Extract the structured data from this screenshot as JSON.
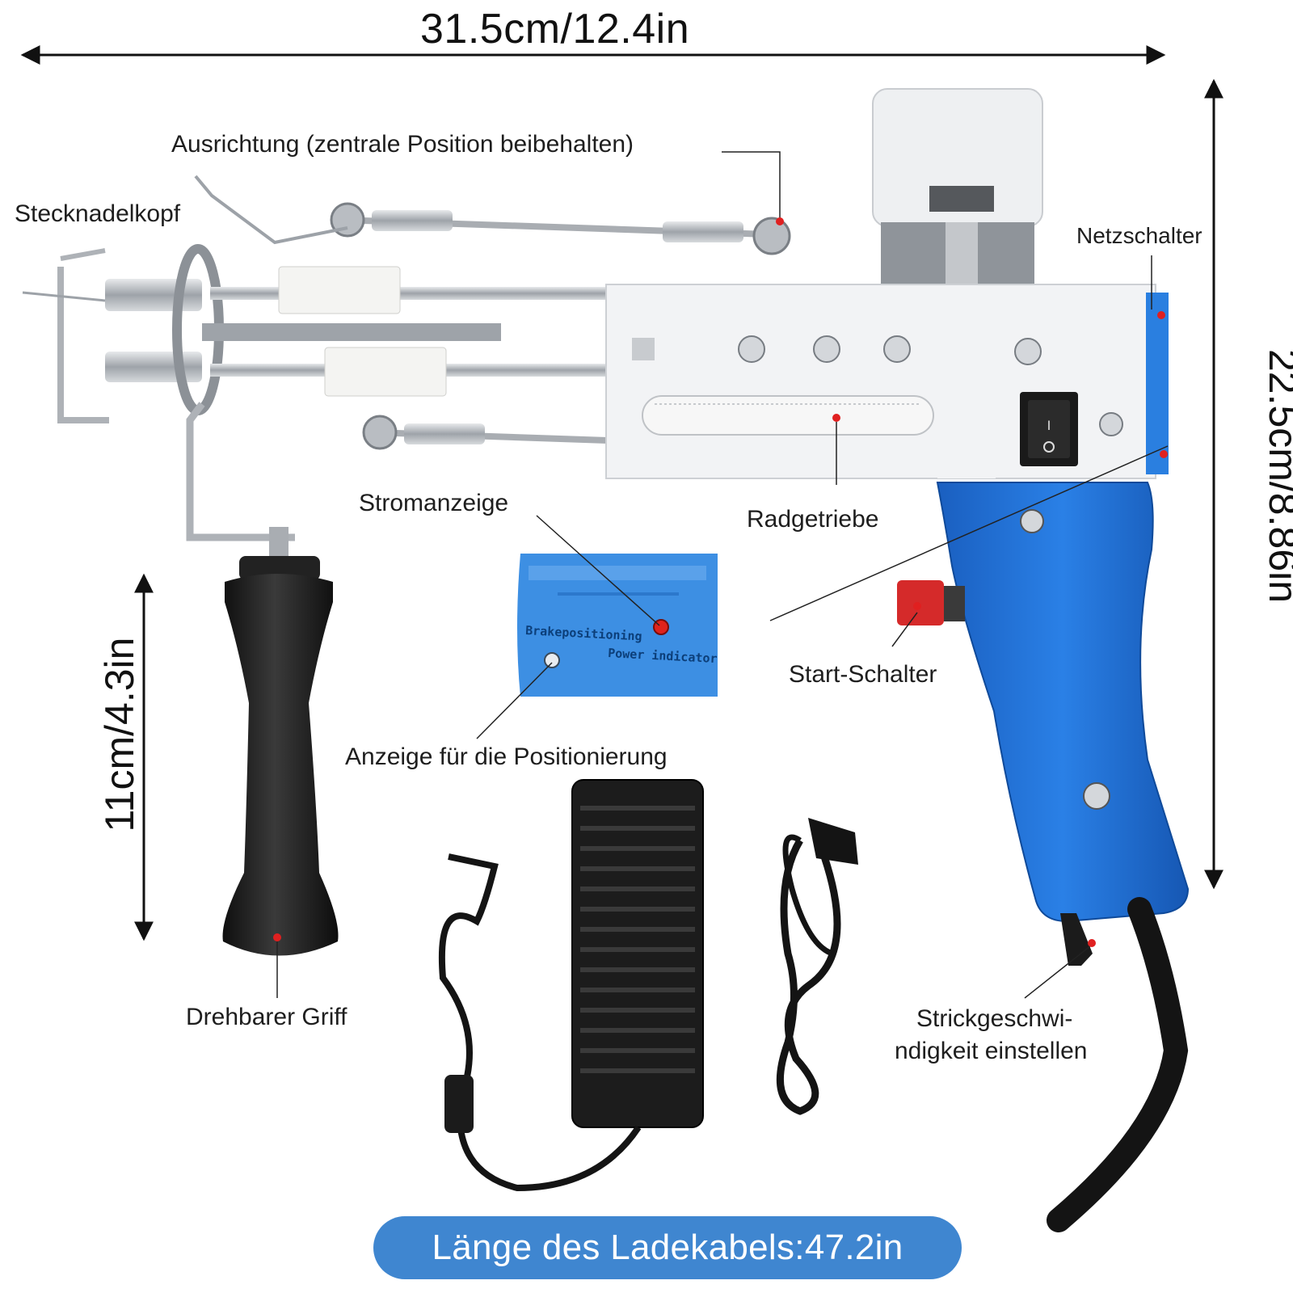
{
  "dimensions": {
    "width_label": "31.5cm/12.4in",
    "height_label": "22.5cm/8.86in",
    "grip_label": "11cm/4.3in"
  },
  "callouts": {
    "alignment": "Ausrichtung (zentrale Position beibehalten)",
    "needle_head": "Stecknadelkopf",
    "power_switch": "Netzschalter",
    "power_indicator": "Stromanzeige",
    "wheel_gear": "Radgetriebe",
    "start_switch": "Start-Schalter",
    "position_indicator": "Anzeige für die Positionierung",
    "rotating_grip": "Drehbarer Griff",
    "speed_line1": "Strickgeschwi-",
    "speed_line2": "ndigkeit einstellen"
  },
  "inset": {
    "brake_label": "Brakepositioning",
    "power_label": "Power indicator"
  },
  "banner": {
    "text": "Länge des Ladekabels:47.2in"
  },
  "colors": {
    "body_blue": "#1f6fd1",
    "banner_blue": "#3f86d0",
    "dot_red": "#e02020",
    "steel": "#b8bcc2",
    "panel_white": "#f2f3f5",
    "handle_black": "#1b1b1b"
  }
}
